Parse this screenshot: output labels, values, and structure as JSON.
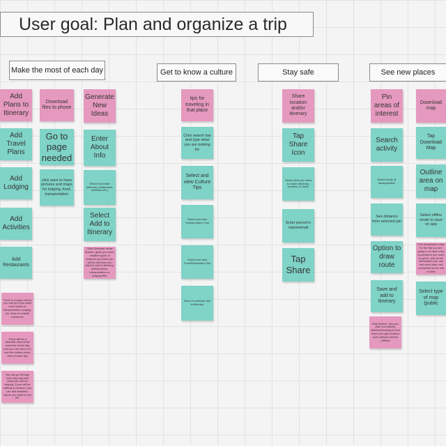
{
  "title": "User goal: Plan and organize a trip",
  "headers": {
    "most": "Make the most of each day",
    "culture": "Get to know a culture",
    "safe": "Stay safe",
    "places": "See new places"
  },
  "notes": {
    "add_plans": "Add Plans to Itinerary",
    "add_travel_plans": "Add Travel Plans",
    "add_lodging": "Add Lodging",
    "add_activities": "Add Activities",
    "add_restaurants": "Add Restaurants",
    "calendar_idea": "There is a place where you can go if you want more ideas on transportation, lodging, etc- links to outside resources",
    "calendar_view": "There will be a calendar view of the overview of the day and you can click in to see the broken-down view of each day",
    "scroll_note": "You can go through each day and add ideas you will be staying. If you will be visiting a museum, you can add activities, where you want to eat etc.",
    "download_files": "Download files to phone",
    "go_to_page": "Go to page needed",
    "click_save": "click save to have pictures and maps for lodging, food, transportation",
    "generate_ideas": "Generate New Ideas",
    "enter_about": "Enter About Info",
    "select_generate": "Select Generate (itinerary, restaurants, activities,etc.)",
    "select_add": "Select Add to Itinerary",
    "generate_feature": "Click Generate Ideas feature, gives you more creative types of features you think you will be and then you want to add to itinerary, activity ideas, transportation or lodging filter",
    "tips_for_traveling": "tips for traveling in that place",
    "click_search": "Click search bar and type what you are looking for",
    "select_culture": "Select and view Culture Tips",
    "select_transport_tips": "Select and view Transportation Tips",
    "select_food_tips": "Select and view Food/Restaurant Tips",
    "save_schedule": "Save or schedule tips to itinerary",
    "share_location": "Share location and/or itinerary",
    "tap_share_icon": "Tap Share Icon",
    "select_what_share": "Select what you want to share (itinerary, location, or both)",
    "enter_person": "Enter person's name/email",
    "tap_share": "Tap Share",
    "pin_areas": "Pin areas of interest",
    "search_activity": "Search activity",
    "select_mode": "Select mode of transportation",
    "see_distance": "See distance from selected pin",
    "option_draw": "Option to draw route",
    "save_add": "Save and add to itinerary",
    "map_feature": "Map feature- lets you plan out walking distances/transport and have your gps location even without service (offline)",
    "download_map": "Download map",
    "tap_download": "Tap Download Map",
    "outline_area": "Outline area on map",
    "select_offline": "Select offline mode to save on app",
    "can_download": "Can download a map for the trip you are going to in case a trip somewhere you need to get to, and all the information you can see even when not connected to the wifi or data",
    "select_type": "Select type of map (public"
  }
}
